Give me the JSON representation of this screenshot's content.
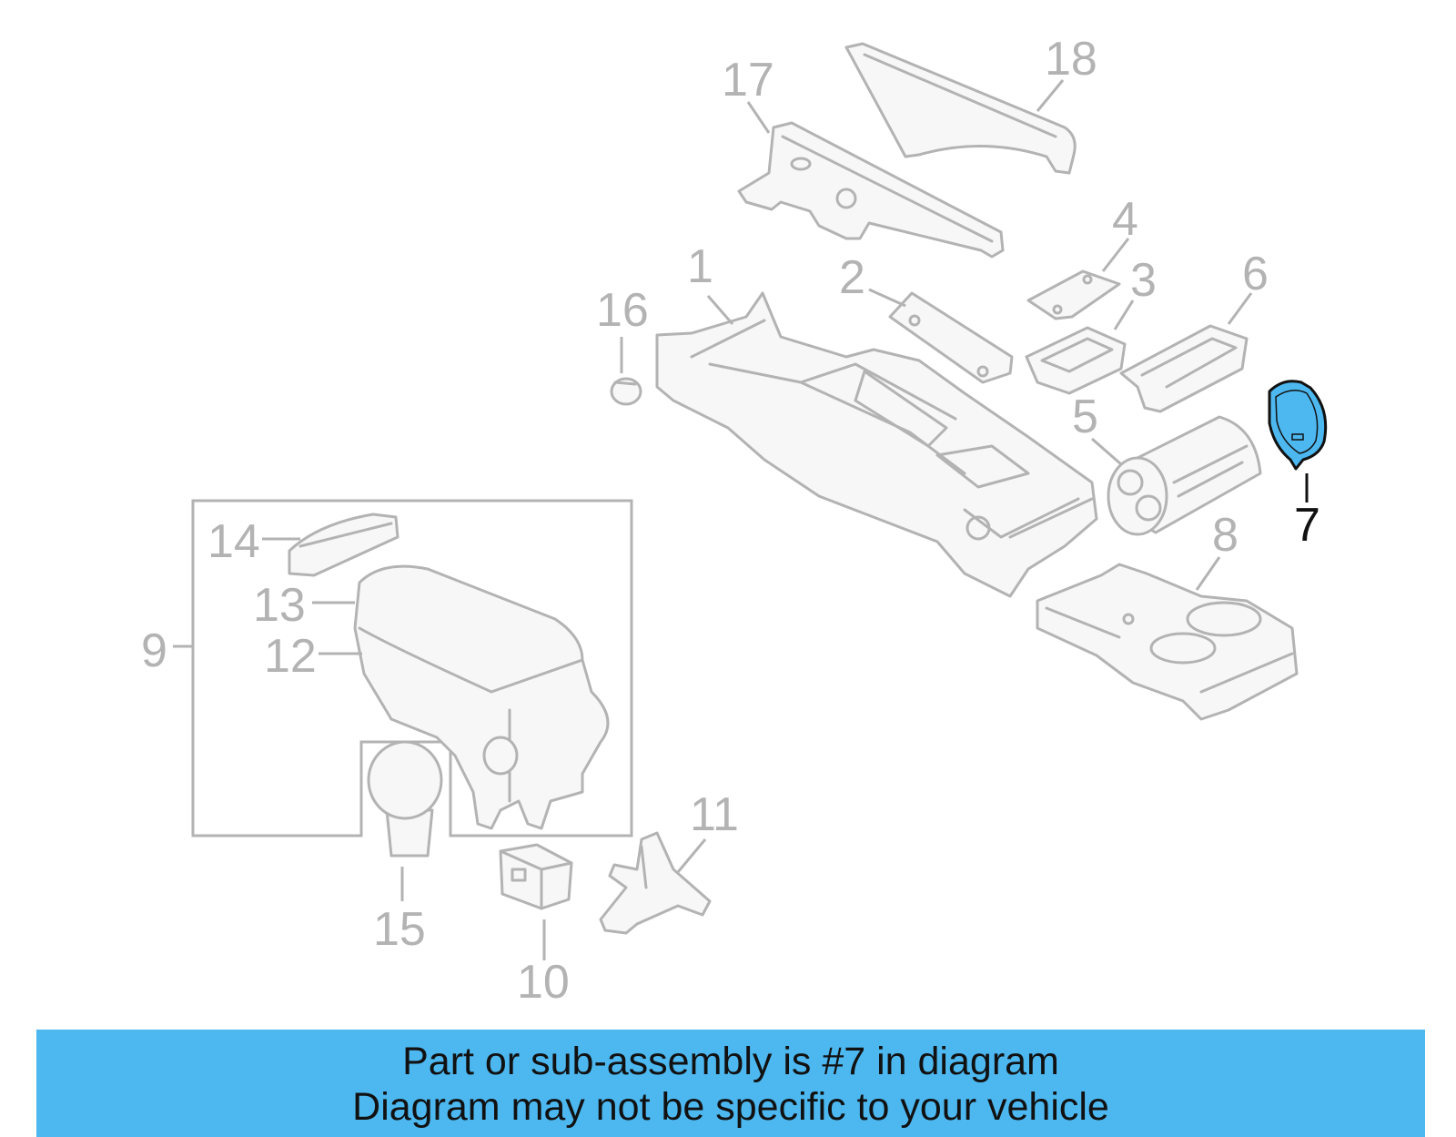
{
  "callouts": {
    "c1": "1",
    "c2": "2",
    "c3": "3",
    "c4": "4",
    "c5": "5",
    "c6": "6",
    "c7": "7",
    "c8": "8",
    "c9": "9",
    "c10": "10",
    "c11": "11",
    "c12": "12",
    "c13": "13",
    "c14": "14",
    "c15": "15",
    "c16": "16",
    "c17": "17",
    "c18": "18"
  },
  "highlight": {
    "part_number": "7",
    "fill_color": "#4db8f0",
    "label_color": "#111111"
  },
  "banner": {
    "line1": "Part or sub-assembly is #7 in diagram",
    "line2": "Diagram may not be specific to your vehicle",
    "background_color": "#4db8f0"
  }
}
